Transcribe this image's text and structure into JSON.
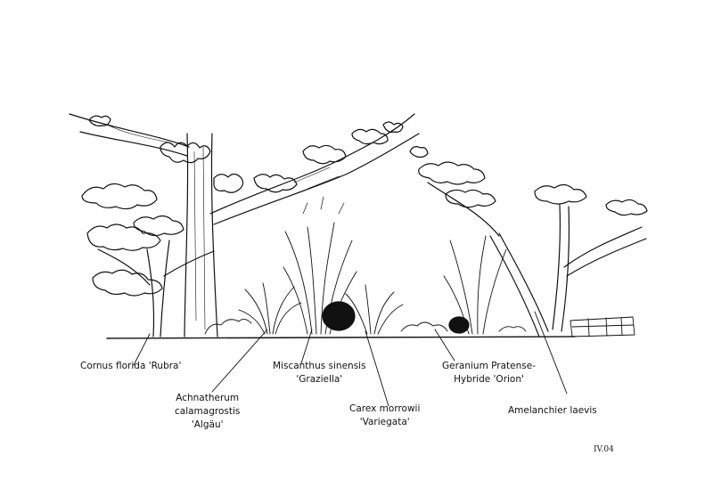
{
  "labels": {
    "cornus": {
      "lines": [
        "Cornus florida 'Rubra'"
      ]
    },
    "achnatherum": {
      "lines": [
        "Achnatherum",
        "calamagrostis",
        "'Algäu'"
      ]
    },
    "miscanthus": {
      "lines": [
        "Miscanthus sinensis",
        "'Graziella'"
      ]
    },
    "carex": {
      "lines": [
        "Carex morrowii",
        "'Variegata'"
      ]
    },
    "geranium": {
      "lines": [
        "Geranium Pratense-",
        "Hybride 'Orion'"
      ]
    },
    "amelanchier": {
      "lines": [
        "Amelanchier laevis"
      ]
    }
  },
  "signature": "IV.04",
  "colors": {
    "ink": "#111111",
    "paper": "#ffffff"
  }
}
